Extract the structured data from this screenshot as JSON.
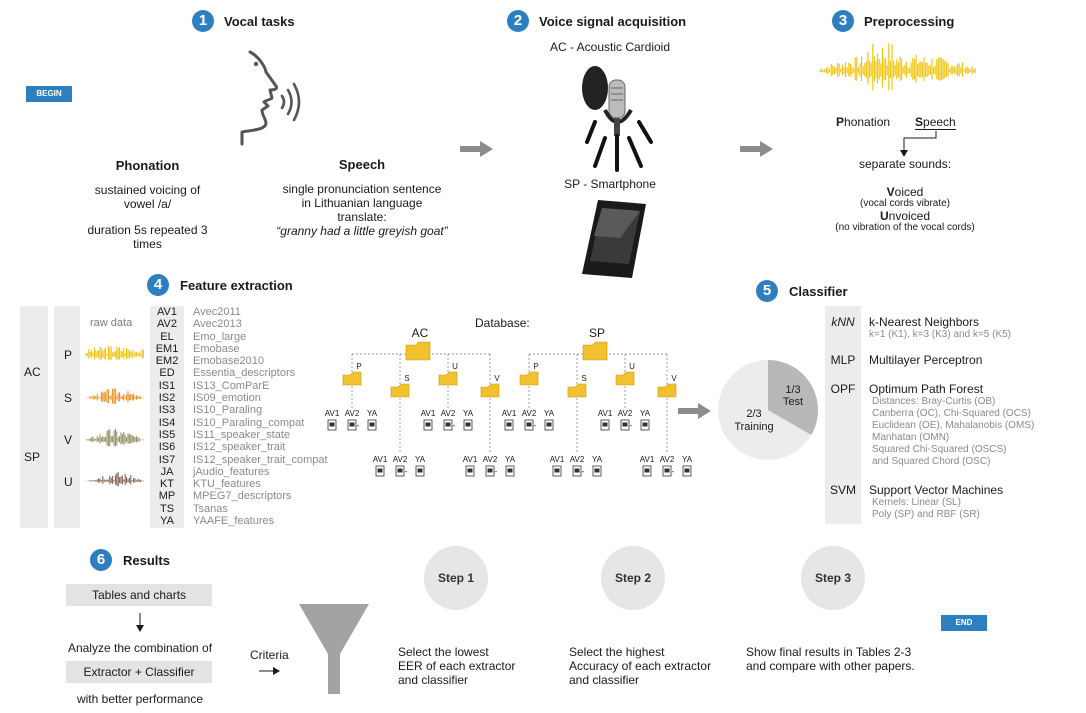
{
  "begin": "BEGIN",
  "end": "END",
  "s1": {
    "num": "1",
    "title": "Vocal tasks",
    "phonation": {
      "head": "Phonation",
      "l1": "sustained voicing of vowel /a/",
      "l2": "duration 5s repeated 3 times"
    },
    "speech": {
      "head": "Speech",
      "l1": "single pronunciation sentence",
      "l2": "in Lithuanian language",
      "l3": "translate:",
      "l4": "“granny had a little greyish goat”"
    }
  },
  "s2": {
    "num": "2",
    "title": "Voice signal acquisition",
    "ac": "AC - Acoustic Cardioid",
    "sp": "SP - Smartphone"
  },
  "s3": {
    "num": "3",
    "title": "Preprocessing",
    "ph_b": "P",
    "ph_r": "honation",
    "sp_b": "S",
    "sp_r": "peech",
    "sep": "separate sounds:",
    "v_b": "V",
    "v_r": "oiced",
    "v_note": "(vocal cords vibrate)",
    "u_b": "U",
    "u_r": "nvoiced",
    "u_note": "(no vibration of the vocal cords)"
  },
  "s4": {
    "num": "4",
    "title": "Feature extraction",
    "raw": "raw data",
    "devices": [
      "AC",
      "SP"
    ],
    "sounds": [
      "P",
      "S",
      "V",
      "U"
    ],
    "features": [
      {
        "code": "AV1",
        "name": "Avec2011"
      },
      {
        "code": "AV2",
        "name": "Avec2013"
      },
      {
        "code": "EL",
        "name": "Emo_large"
      },
      {
        "code": "EM1",
        "name": "Emobase"
      },
      {
        "code": "EM2",
        "name": "Emobase2010"
      },
      {
        "code": "ED",
        "name": "Essentia_descriptors"
      },
      {
        "code": "IS1",
        "name": "IS13_ComParE"
      },
      {
        "code": "IS2",
        "name": "IS09_emotion"
      },
      {
        "code": "IS3",
        "name": "IS10_Paraling"
      },
      {
        "code": "IS4",
        "name": "IS10_Paraling_compat"
      },
      {
        "code": "IS5",
        "name": "IS11_speaker_state"
      },
      {
        "code": "IS6",
        "name": "IS12_speaker_trait"
      },
      {
        "code": "IS7",
        "name": "IS12_speaker_trait_compat"
      },
      {
        "code": "JA",
        "name": "jAudio_features"
      },
      {
        "code": "KT",
        "name": "KTU_features"
      },
      {
        "code": "MP",
        "name": "MPEG7_descriptors"
      },
      {
        "code": "TS",
        "name": "Tsanas"
      },
      {
        "code": "YA",
        "name": "YAAFE_features"
      }
    ],
    "database": "Database:",
    "root_ac": "AC",
    "root_sp": "SP",
    "folders": [
      "P",
      "S",
      "U",
      "V"
    ],
    "files": [
      "AV1",
      "AV2",
      "YA"
    ],
    "dots": "..."
  },
  "s5": {
    "num": "5",
    "title": "Classifier",
    "test": "Test",
    "test_frac": "1/3",
    "train": "Training",
    "train_frac": "2/3",
    "knn": {
      "code": "kNN",
      "name": "k-Nearest Neighbors",
      "sub": "k=1 (K1), k=3 (K3) and k=5 (K5)"
    },
    "mlp": {
      "code": "MLP",
      "name": "Multilayer Perceptron"
    },
    "opf": {
      "code": "OPF",
      "name": "Optimum Path Forest",
      "subs": [
        "Distances: Bray-Curtis (OB)",
        "Canberra (OC), Chi-Squared (OCS)",
        "Euclidean (OE), Mahalanobis (OMS)",
        "Manhatan (OMN)",
        "Squared Chi-Squared (OSCS)",
        "and Squared Chord (OSC)"
      ]
    },
    "svm": {
      "code": "SVM",
      "name": "Support Vector Machines",
      "subs": [
        "Kernels: Linear (SL)",
        "Poly (SP) and RBF (SR)"
      ]
    }
  },
  "s6": {
    "num": "6",
    "title": "Results",
    "tables": "Tables and charts",
    "analyze": "Analyze the combination of",
    "combo": "Extractor + Classifier",
    "better": "with better performance",
    "criteria": "Criteria",
    "steps": [
      {
        "label": "Step 1",
        "l1": "Select the lowest",
        "l2": "EER of each extractor",
        "l3": "and classifier"
      },
      {
        "label": "Step 2",
        "l1": "Select the highest",
        "l2": "Accuracy of each extractor",
        "l3": "and classifier"
      },
      {
        "label": "Step 3",
        "l1": "Show final results in Tables 2-3",
        "l2": "and compare with other papers.",
        "l3": ""
      }
    ]
  },
  "colors": {
    "accent": "#2e7fbf",
    "folder": "#f2c12e",
    "wave": "#f2c100",
    "panel": "#ececec"
  }
}
